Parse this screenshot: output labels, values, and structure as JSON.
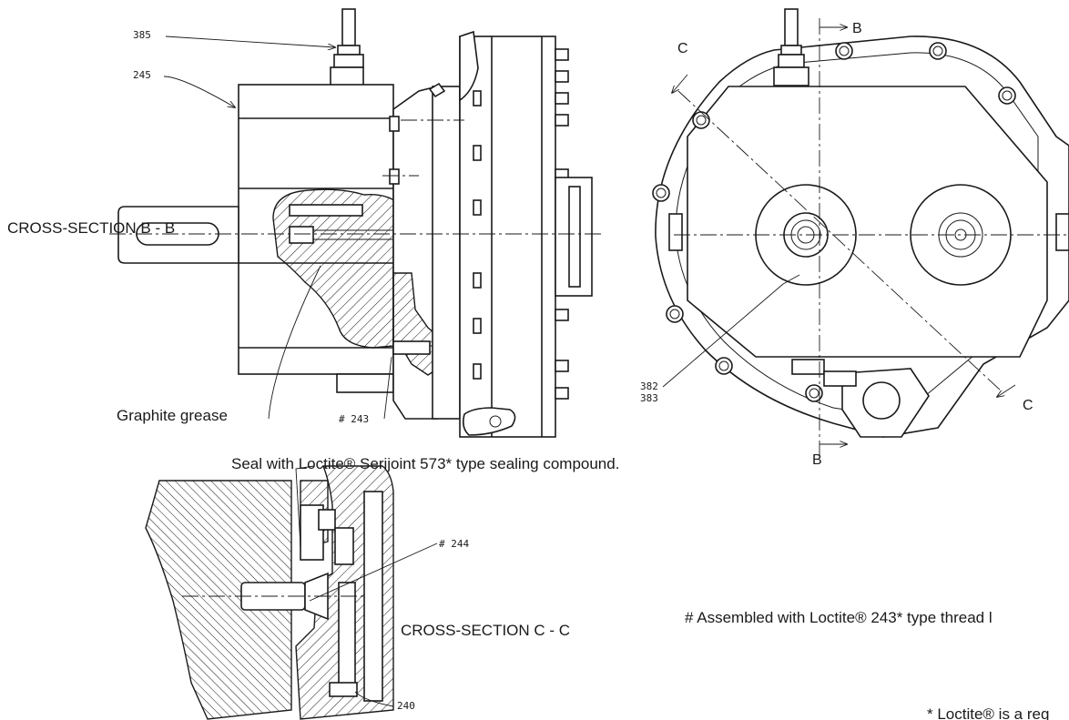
{
  "labels": {
    "section_bb": "CROSS-SECTION B - B",
    "section_cc": "CROSS-SECTION C - C",
    "graphite": "Graphite grease",
    "seal_note": "Seal with Loctite® Serijoint 573* type sealing compound.",
    "thread_note": "# Assembled with Loctite® 243* type thread l",
    "trademark_note": "* Loctite® is a reg"
  },
  "refs": {
    "r385": "385",
    "r245": "245",
    "r243": "# 243",
    "r382": "382",
    "r383": "383",
    "r244": "# 244",
    "r240": "240"
  },
  "section_marks": {
    "b": "B",
    "c": "C"
  }
}
